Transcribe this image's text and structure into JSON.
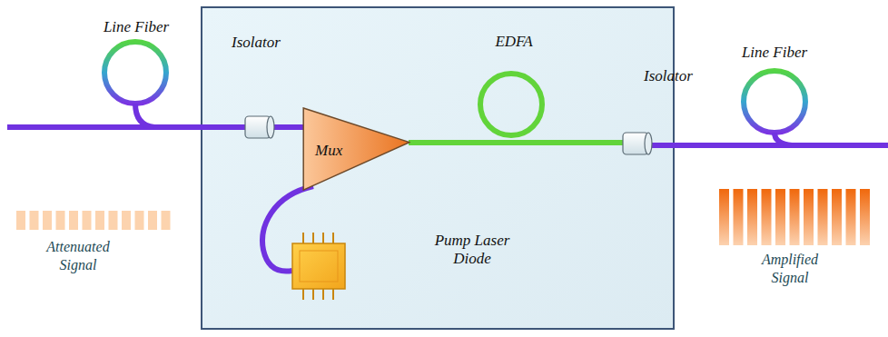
{
  "diagram": {
    "nodes": [
      {
        "text": [
          "Mux"
        ]
      }
    ],
    "labels": [
      "Line Fiber",
      "Isolator",
      "EDFA",
      "Isolator",
      "Line Fiber",
      "Pump Laser Diode",
      "Attenuated Signal",
      "Amplified Signal"
    ]
  }
}
